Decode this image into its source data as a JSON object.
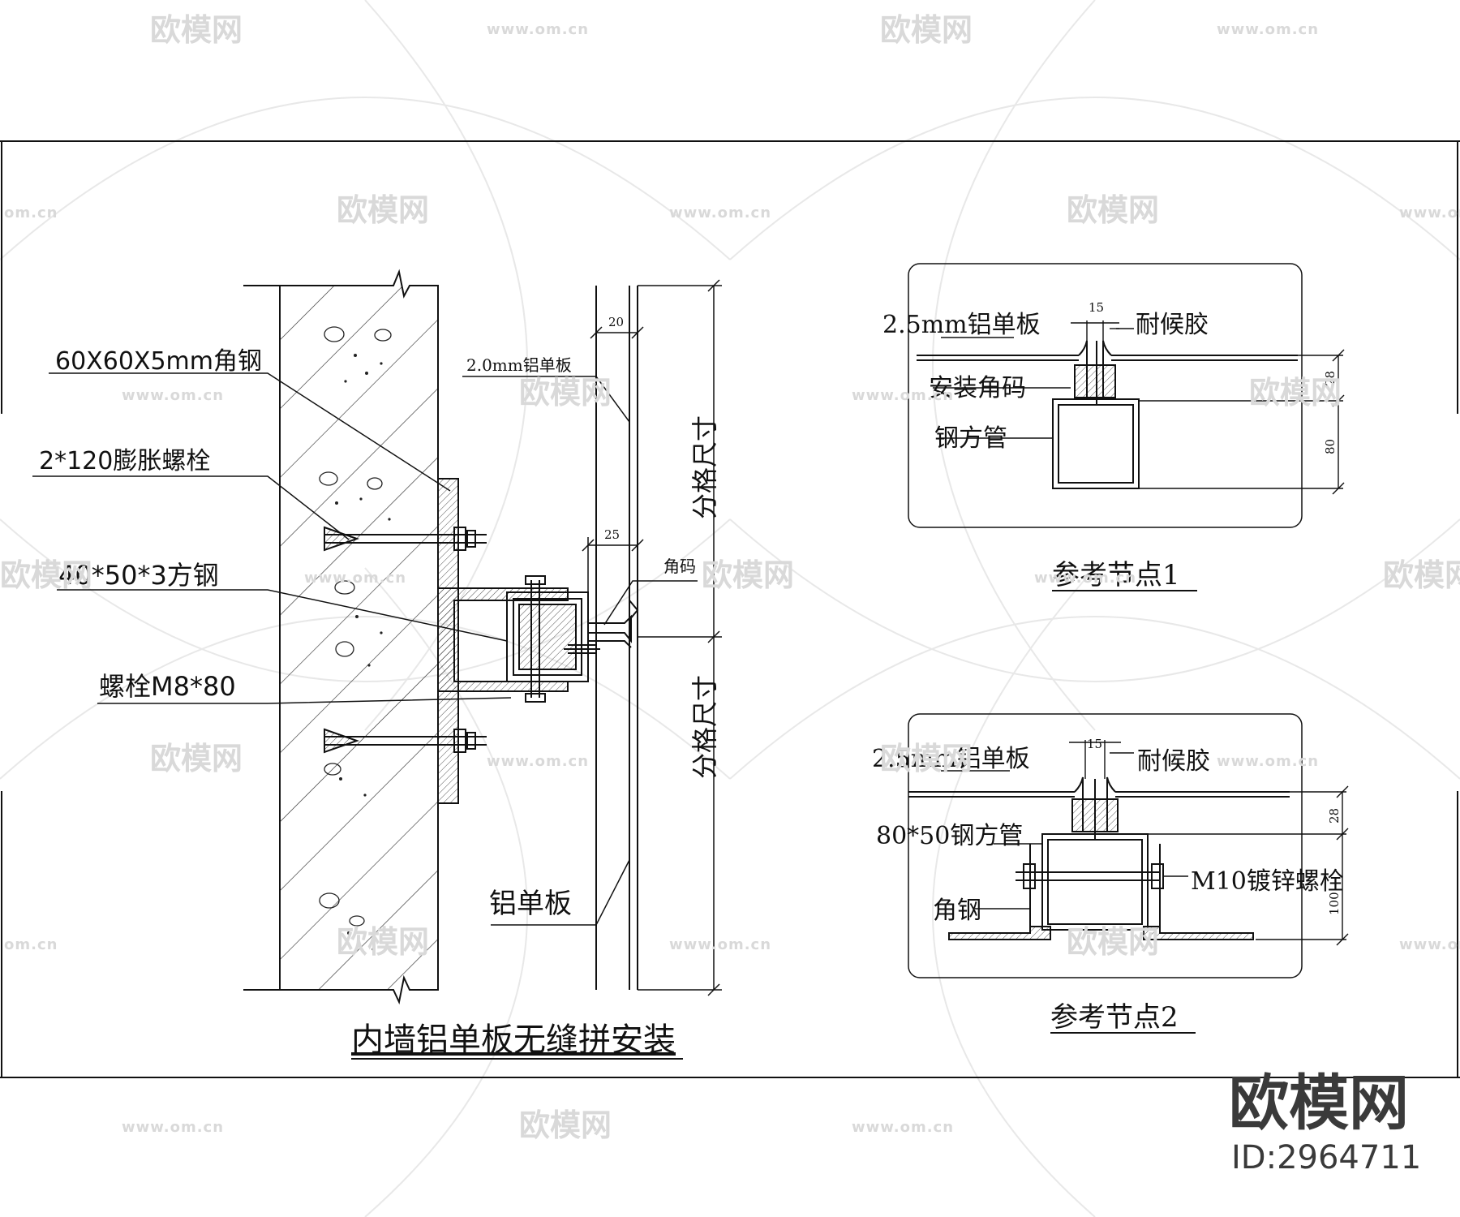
{
  "watermark": {
    "logo_text": "欧模网",
    "url_text": "www.om.cn",
    "url_short": "om.cn"
  },
  "brand": {
    "logo": "欧模网",
    "id_label": "ID:2964711"
  },
  "main_detail": {
    "title": "内墙铝单板无缝拼安装",
    "labels": {
      "angle_steel": "60X60X5mm角钢",
      "expansion_bolt": "2*120膨胀螺栓",
      "square_steel": "40*50*3方钢",
      "bolt": "螺栓M8*80",
      "panel_20mm": "2.0mm铝单板",
      "corner_code": "角码",
      "panel": "铝单板",
      "grid_size_top": "分格尺寸",
      "grid_size_bottom": "分格尺寸"
    },
    "dims": {
      "offset_top": "20",
      "offset_mid": "25"
    }
  },
  "node1": {
    "title": "参考节点1",
    "labels": {
      "panel": "2.5mm铝单板",
      "sealant": "耐候胶",
      "corner_code": "安装角码",
      "square_tube": "钢方管"
    },
    "dims": {
      "gap": "15",
      "h1": "28",
      "h2": "80"
    }
  },
  "node2": {
    "title": "参考节点2",
    "labels": {
      "panel": "2.5mm铝单板",
      "sealant": "耐候胶",
      "square_tube": "80*50钢方管",
      "bolt": "M10镀锌螺栓",
      "angle_steel": "角钢"
    },
    "dims": {
      "gap": "15",
      "h1": "28",
      "h2": "100"
    }
  }
}
